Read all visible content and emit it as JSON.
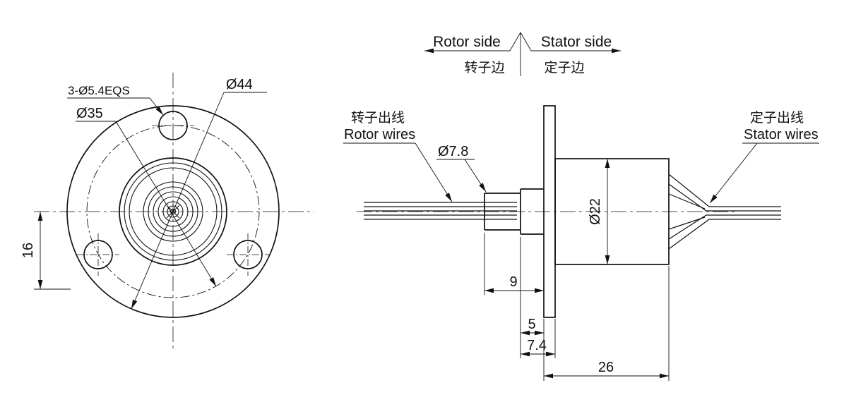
{
  "front_view": {
    "bolt_holes_label": "3-Ø5.4EQS",
    "bolt_circle_dia": "Ø35",
    "outer_dia": "Ø44",
    "offset_dim": "16"
  },
  "side_view": {
    "rotor_side": {
      "en": "Rotor side",
      "zh": "转子边"
    },
    "stator_side": {
      "en": "Stator side",
      "zh": "定子边"
    },
    "rotor_wires": {
      "zh": "转子出线",
      "en": "Rotor wires"
    },
    "stator_wires": {
      "zh": "定子出线",
      "en": "Stator wires"
    },
    "shaft_dia": "Ø7.8",
    "body_dia": "Ø22",
    "shaft_length": "9",
    "flange_offset": "5",
    "flange_total": "7.4",
    "body_length": "26"
  },
  "colors": {
    "line": "#111111",
    "background": "#ffffff"
  }
}
